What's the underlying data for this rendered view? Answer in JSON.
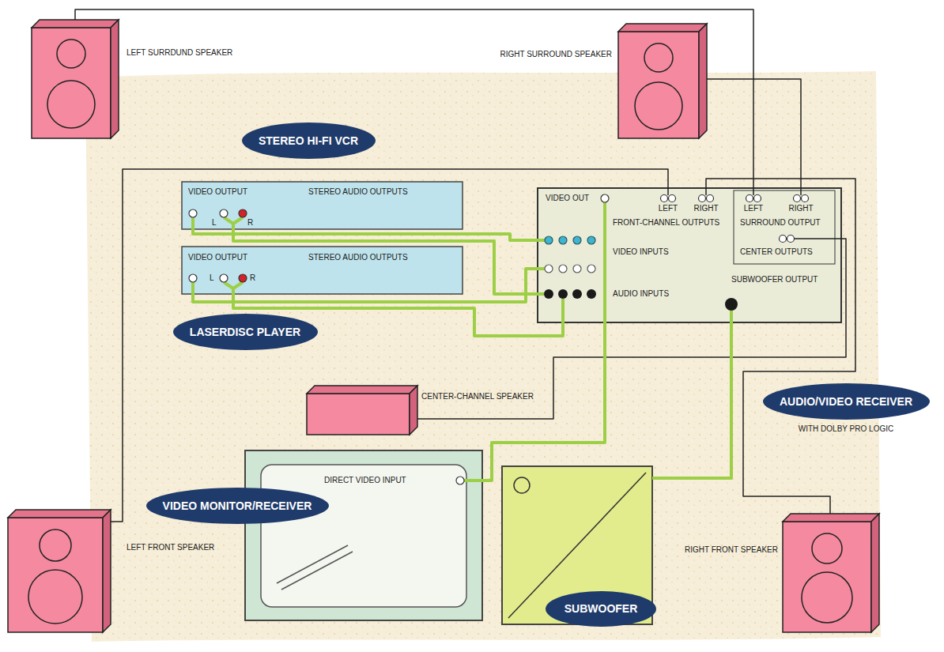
{
  "diagram": {
    "nodes": [
      {
        "text": [
          "LEFT SURRDUND SPEAKER"
        ]
      },
      {
        "text": [
          "RIGHT SURROUND SPEAKER"
        ]
      },
      {
        "text": [
          "STEREO HI-FI VCR"
        ]
      },
      {
        "text": [
          "VIDEO OUTPUT",
          "STEREO AUDIO OUTPUTS",
          "L",
          "R"
        ]
      },
      {
        "text": [
          "VIDEO OUT",
          "LEFT",
          "RIGHT",
          "LEFT",
          "RIGHT",
          "FRONT-CHANNEL OUTPUTS",
          "SURROUND OUTPUT",
          "CENTER OUTPUTS",
          "VIDEO INPUTS",
          "AUDIO INPUTS",
          "SUBWOOFER OUTPUT"
        ]
      },
      {
        "text": [
          "VIDEO OUTPUT",
          "STEREO AUDIO OUTPUTS",
          "L",
          "R"
        ]
      },
      {
        "text": [
          "LASERDISC PLAYER"
        ]
      },
      {
        "text": [
          "CENTER-CHANNEL SPEAKER"
        ]
      },
      {
        "text": [
          "AUDIO/VIDEO RECEIVER",
          "WITH DOLBY PRO LOGIC"
        ]
      },
      {
        "text": [
          "DIRECT VIDEO INPUT"
        ]
      },
      {
        "text": [
          "VIDEO MONITOR/RECEIVER"
        ]
      },
      {
        "text": [
          "SUBWOOFER"
        ]
      },
      {
        "text": [
          "LEFT FRONT SPEAKER"
        ]
      },
      {
        "text": [
          "RIGHT FRONT SPEAKER"
        ]
      }
    ],
    "edges": [
      {
        "from": 0,
        "to": 4,
        "arrow": "none"
      },
      {
        "from": 1,
        "to": 4,
        "arrow": "none"
      },
      {
        "from": 3,
        "to": 4,
        "arrow": "none"
      },
      {
        "from": 3,
        "to": 4,
        "arrow": "none"
      },
      {
        "from": 5,
        "to": 4,
        "arrow": "none"
      },
      {
        "from": 5,
        "to": 4,
        "arrow": "none"
      },
      {
        "from": 4,
        "to": 12,
        "arrow": "none"
      },
      {
        "from": 4,
        "to": 13,
        "arrow": "none"
      },
      {
        "from": 4,
        "to": 7,
        "arrow": "none"
      },
      {
        "from": 4,
        "to": 9,
        "arrow": "none"
      },
      {
        "from": 4,
        "to": 11,
        "arrow": "none"
      }
    ]
  }
}
